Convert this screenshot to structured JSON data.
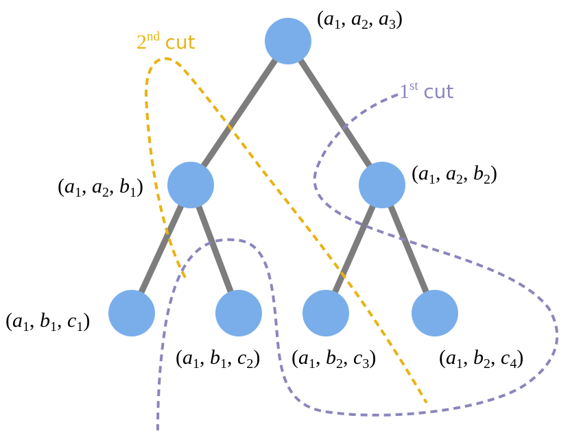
{
  "nodes": {
    "root": {
      "v1": "a",
      "s1": "1",
      "v2": "a",
      "s2": "2",
      "v3": "a",
      "s3": "3"
    },
    "left": {
      "v1": "a",
      "s1": "1",
      "v2": "a",
      "s2": "2",
      "v3": "b",
      "s3": "1"
    },
    "right": {
      "v1": "a",
      "s1": "1",
      "v2": "a",
      "s2": "2",
      "v3": "b",
      "s3": "2"
    },
    "ll": {
      "v1": "a",
      "s1": "1",
      "v2": "b",
      "s2": "1",
      "v3": "c",
      "s3": "1"
    },
    "lr": {
      "v1": "a",
      "s1": "1",
      "v2": "b",
      "s2": "1",
      "v3": "c",
      "s3": "2"
    },
    "rl": {
      "v1": "a",
      "s1": "1",
      "v2": "b",
      "s2": "2",
      "v3": "c",
      "s3": "3"
    },
    "rr": {
      "v1": "a",
      "s1": "1",
      "v2": "b",
      "s2": "2",
      "v3": "c",
      "s3": "4"
    }
  },
  "cuts": {
    "second": {
      "num": "2",
      "sup": "nd",
      "word": "cut"
    },
    "first": {
      "num": "1",
      "sup": "st",
      "word": "cut"
    }
  },
  "colors": {
    "node": "#7aaeea",
    "edge": "#7d7d7d",
    "second_cut": "#e8b313",
    "first_cut": "#8a86bc"
  }
}
